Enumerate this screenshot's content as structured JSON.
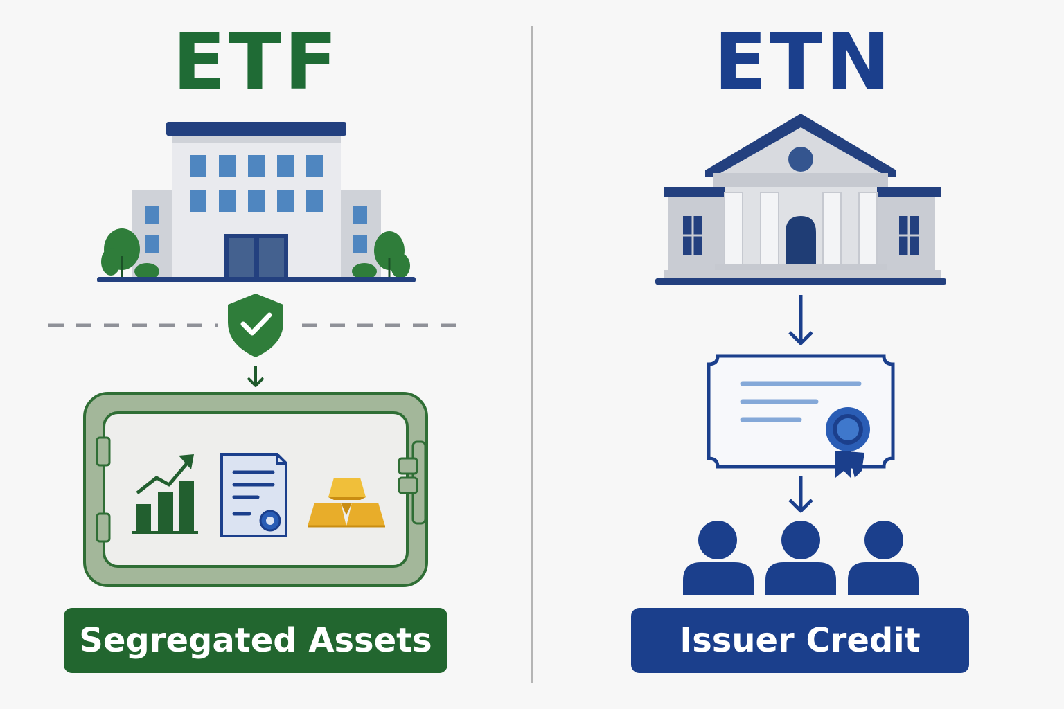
{
  "left": {
    "title": "ETF",
    "label": "Segregated Assets"
  },
  "right": {
    "title": "ETN",
    "label": "Issuer Credit"
  },
  "colors": {
    "etf_green": "#22662f",
    "etf_light_green": "#a3b79a",
    "etn_blue": "#1b3f8c",
    "building_gray": "#cfd2d8",
    "window_blue": "#4f86c0",
    "gold": "#e8ad2a",
    "divider_gray": "#b5b5b5"
  },
  "icons": {
    "left": [
      "office-building-icon",
      "tree-icon",
      "shield-check-icon",
      "down-arrow-icon",
      "vault-icon",
      "growth-chart-icon",
      "certificate-document-icon",
      "gold-bars-icon"
    ],
    "right": [
      "bank-building-icon",
      "down-arrow-icon",
      "note-certificate-icon",
      "investors-icon"
    ]
  }
}
